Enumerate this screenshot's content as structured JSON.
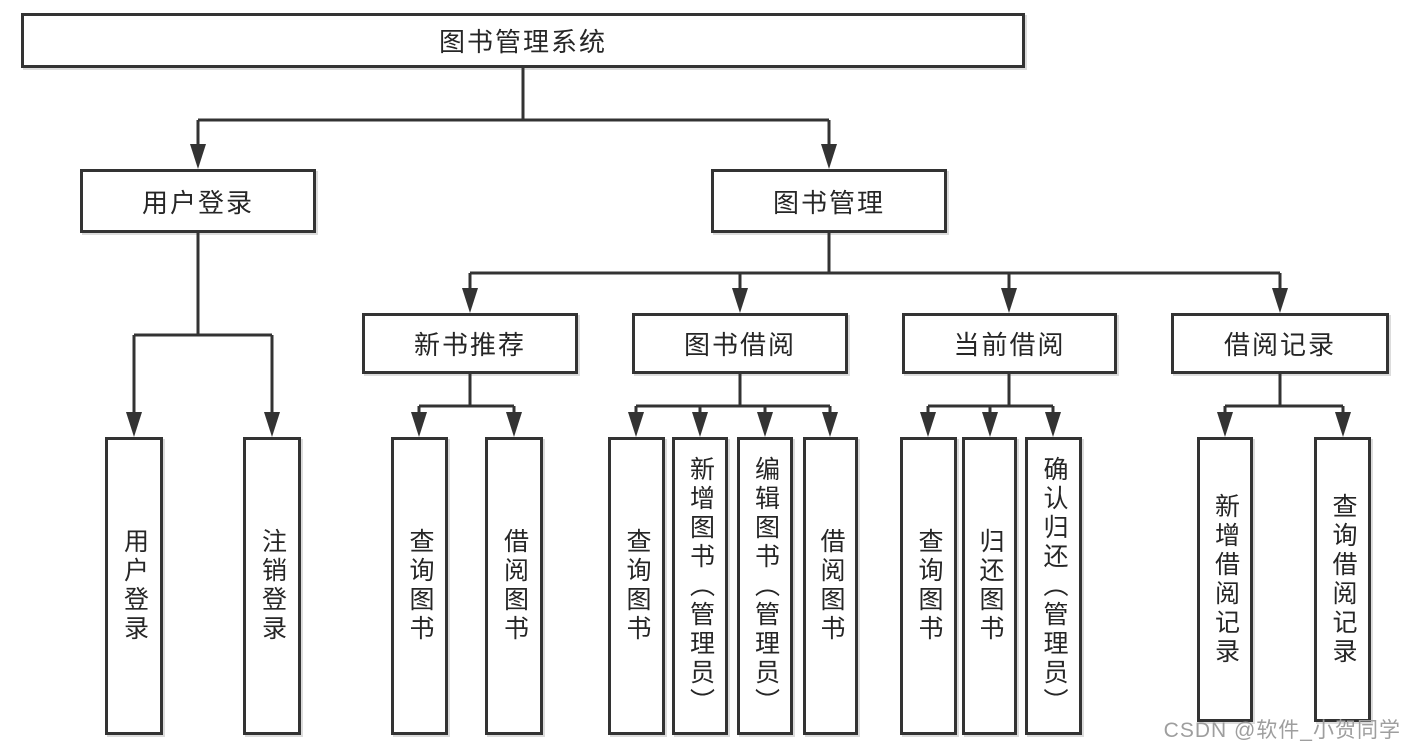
{
  "colors": {
    "line": "#333333",
    "text": "#262626",
    "watermark": "#9e9e9e",
    "background": "#ffffff"
  },
  "watermark": "CSDN @软件_小贺同学",
  "tree": {
    "root": {
      "label": "图书管理系统",
      "children": [
        {
          "label": "用户登录",
          "children": [
            {
              "label": "用户登录"
            },
            {
              "label": "注销登录"
            }
          ]
        },
        {
          "label": "图书管理",
          "children": [
            {
              "label": "新书推荐",
              "children": [
                {
                  "label": "查询图书"
                },
                {
                  "label": "借阅图书"
                }
              ]
            },
            {
              "label": "图书借阅",
              "children": [
                {
                  "label": "查询图书"
                },
                {
                  "label": "新增图书（管理员）"
                },
                {
                  "label": "编辑图书（管理员）"
                },
                {
                  "label": "借阅图书"
                }
              ]
            },
            {
              "label": "当前借阅",
              "children": [
                {
                  "label": "查询图书"
                },
                {
                  "label": "归还图书"
                },
                {
                  "label": "确认归还（管理员）"
                }
              ]
            },
            {
              "label": "借阅记录",
              "children": [
                {
                  "label": "新增借阅记录"
                },
                {
                  "label": "查询借阅记录"
                }
              ]
            }
          ]
        }
      ]
    }
  }
}
